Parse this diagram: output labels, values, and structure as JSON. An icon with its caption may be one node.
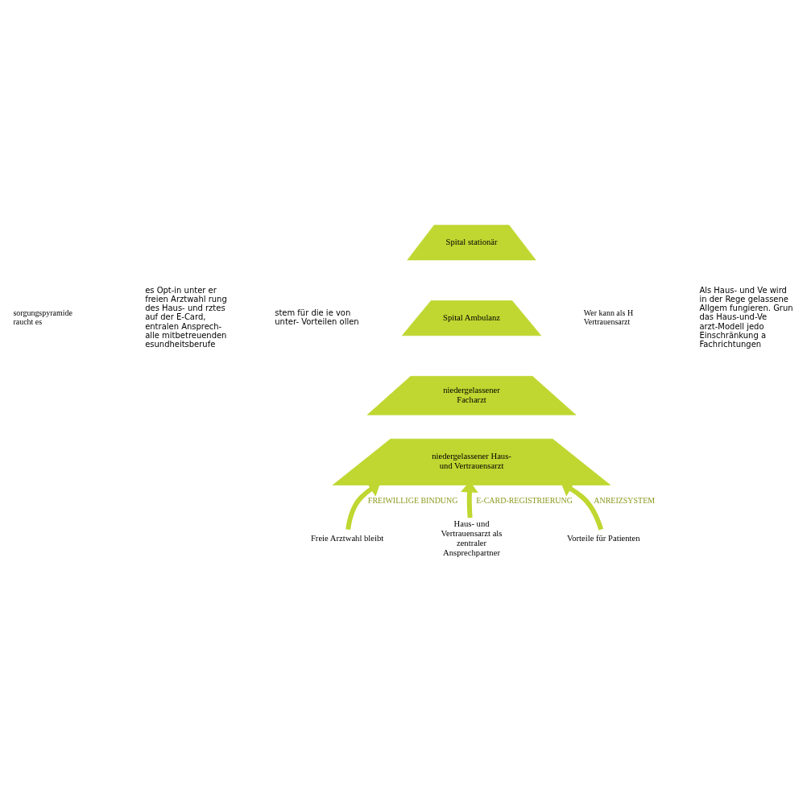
{
  "diagram": {
    "nodes": [
      {
        "text": [
          "Spital stationär"
        ]
      },
      {
        "text": [
          "Spital Ambulanz"
        ]
      },
      {
        "text": [
          "niedergelassener Facharzt"
        ]
      },
      {
        "text": [
          "niedergelassener Haus- und Vertrauensarzt"
        ]
      },
      {
        "text": [
          "Freie Arztwahl bleibt"
        ]
      },
      {
        "text": [
          "Haus- und Vertrauensarzt als zentraler Ansprechpartner"
        ]
      },
      {
        "text": [
          "Vorteile für Patienten"
        ]
      }
    ],
    "edges": [
      {
        "from": 4,
        "to": 3,
        "arrow": "to",
        "label": "FREIWILLIGE BINDUNG"
      },
      {
        "from": 5,
        "to": 3,
        "arrow": "to",
        "label": "E-CARD-REGISTRIERUNG"
      },
      {
        "from": 6,
        "to": 3,
        "arrow": "to",
        "label": "ANREIZSYSTEM"
      }
    ],
    "labels": [
      "sorgungspyramide raucht es",
      "es Opt-in unter er freien Arztwahl rung des Haus- und rztes auf der E-Card, entralen Ansprech- alle mitbetreuenden esundheitsberufe",
      "stem für die ie von unter- Vorteilen ollen",
      "Wer kann als H Vertrauensarzt",
      "Als Haus- und Ve wird in der Rege gelassene Allgem fungieren. Grun das Haus-und-Ve arzt-Modell jedo Einschränkung a Fachrichtungen"
    ]
  }
}
